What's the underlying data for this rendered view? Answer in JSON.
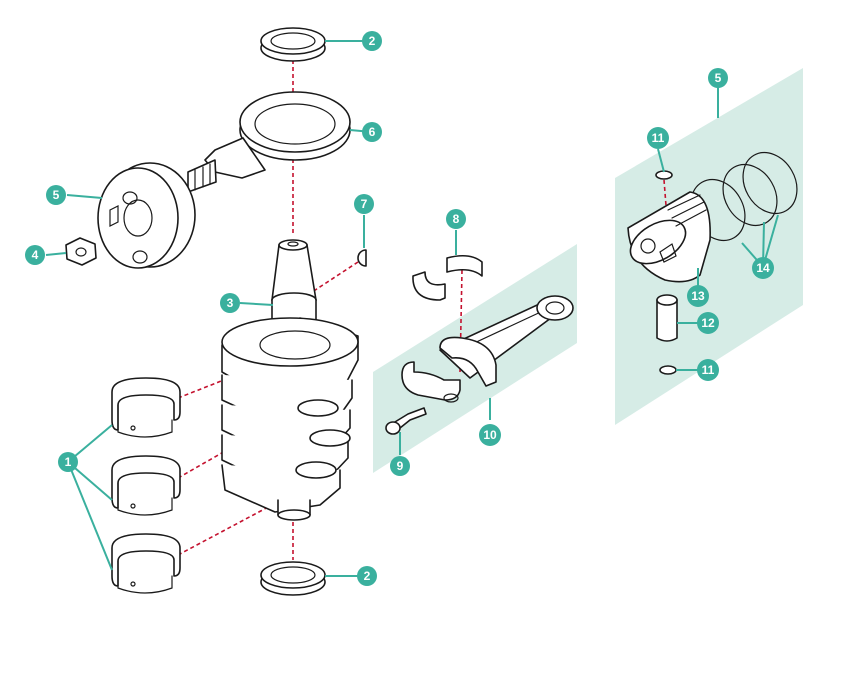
{
  "colors": {
    "accent": "#3ab09e",
    "panel": "#d6ece6",
    "dashed_line": "#c4122f",
    "outline": "#1a1a1a"
  },
  "callouts": {
    "c1": "1",
    "c2_top": "2",
    "c2_bottom": "2",
    "c3": "3",
    "c4": "4",
    "c5_left": "5",
    "c5_right": "5",
    "c6": "6",
    "c7": "7",
    "c8": "8",
    "c9": "9",
    "c10": "10",
    "c11_top": "11",
    "c11_bottom": "11",
    "c12": "12",
    "c13": "13",
    "c14": "14"
  }
}
